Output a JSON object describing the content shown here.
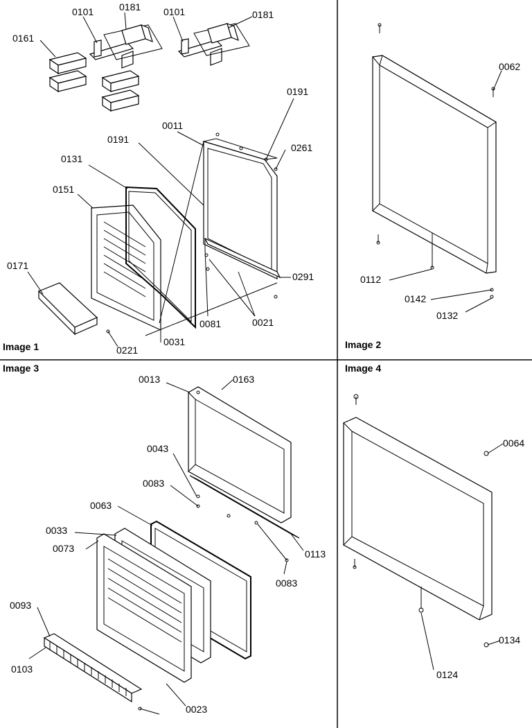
{
  "panes": [
    {
      "id": "image1",
      "label": "Image 1"
    },
    {
      "id": "image2",
      "label": "Image 2"
    },
    {
      "id": "image3",
      "label": "Image 3"
    },
    {
      "id": "image4",
      "label": "Image 4"
    }
  ],
  "parts": {
    "image1": [
      "0101",
      "0181",
      "0101",
      "0181",
      "0161",
      "0191",
      "0011",
      "0191",
      "0131",
      "0261",
      "0151",
      "0171",
      "0291",
      "0081",
      "0021",
      "0221",
      "0031"
    ],
    "image2": [
      "0062",
      "0112",
      "0142",
      "0132"
    ],
    "image3": [
      "0013",
      "0163",
      "0043",
      "0083",
      "0063",
      "0033",
      "0073",
      "0113",
      "0083",
      "0093",
      "0103",
      "0023"
    ],
    "image4": [
      "0064",
      "0134",
      "0124"
    ]
  }
}
